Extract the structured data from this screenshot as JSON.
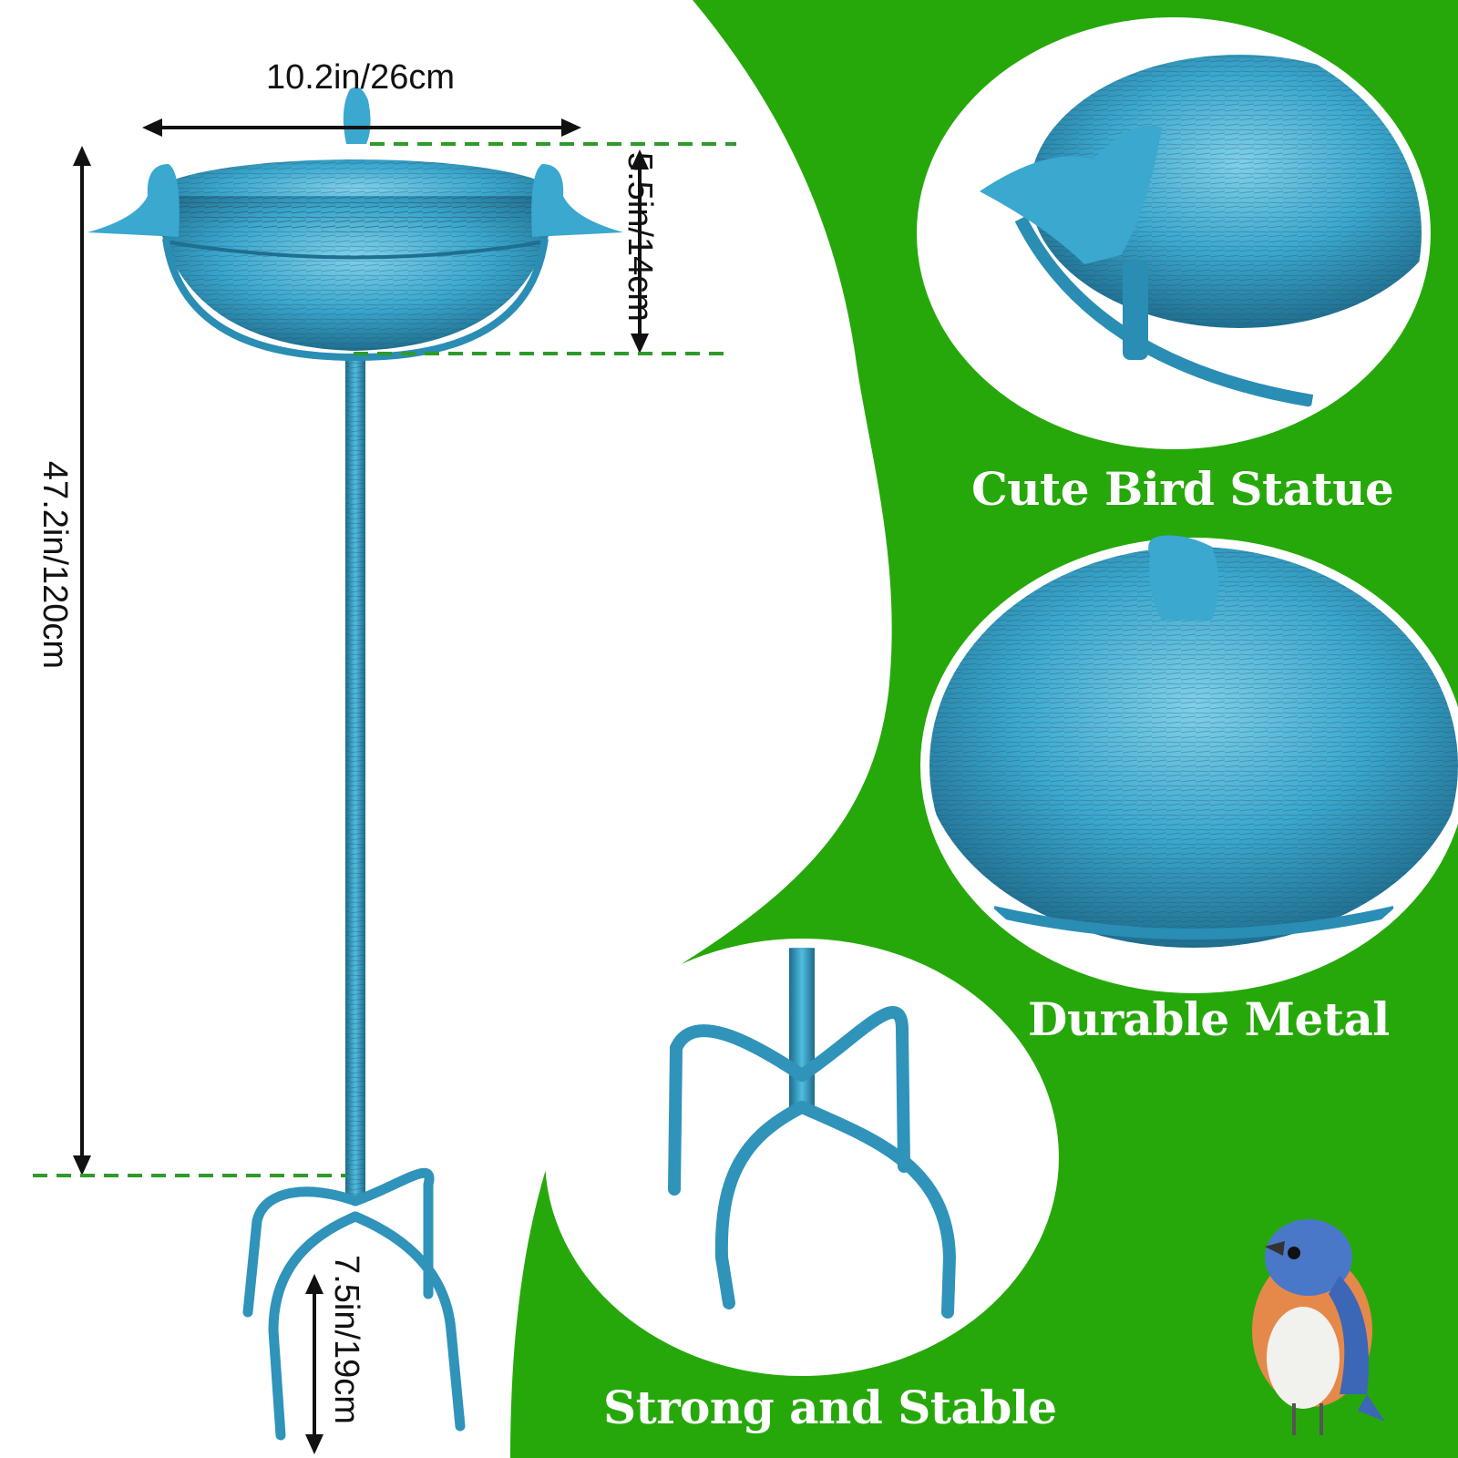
{
  "dimensions": {
    "bowl_width": "10.2in/26cm",
    "bowl_height": "5.5in/14cm",
    "total_height": "47.2in/120cm",
    "stake_length": "7.5in/19cm"
  },
  "features": {
    "statue": "Cute Bird Statue",
    "metal": "Durable Metal",
    "stable": "Strong and Stable"
  },
  "colors": {
    "background_green": "#26a80a",
    "metal_blue": "#3aa8cf",
    "guide_green": "#2f9a2a",
    "text_dark": "#111111",
    "text_light": "#ffffff"
  },
  "icons": [
    "bird-bath-product",
    "bluebird-illustration"
  ]
}
